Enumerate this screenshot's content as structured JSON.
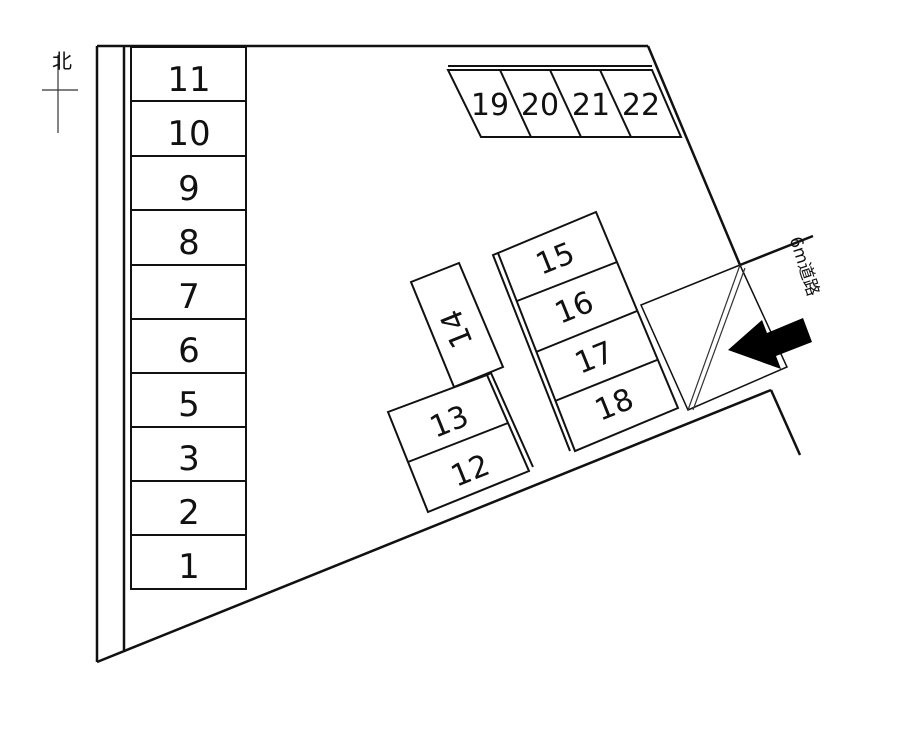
{
  "north_label": "北",
  "road_label": "6m道路",
  "left_column_slots": [
    "11",
    "10",
    "9",
    "8",
    "7",
    "6",
    "5",
    "3",
    "2",
    "1"
  ],
  "top_row_slots": [
    "19",
    "20",
    "21",
    "22"
  ],
  "center_slots": {
    "s14": "14",
    "s13": "13",
    "s12": "12",
    "s15": "15",
    "s16": "16",
    "s17": "17",
    "s18": "18"
  },
  "colors": {
    "line": "#111111",
    "arrow": "#000000",
    "background": "#ffffff"
  }
}
